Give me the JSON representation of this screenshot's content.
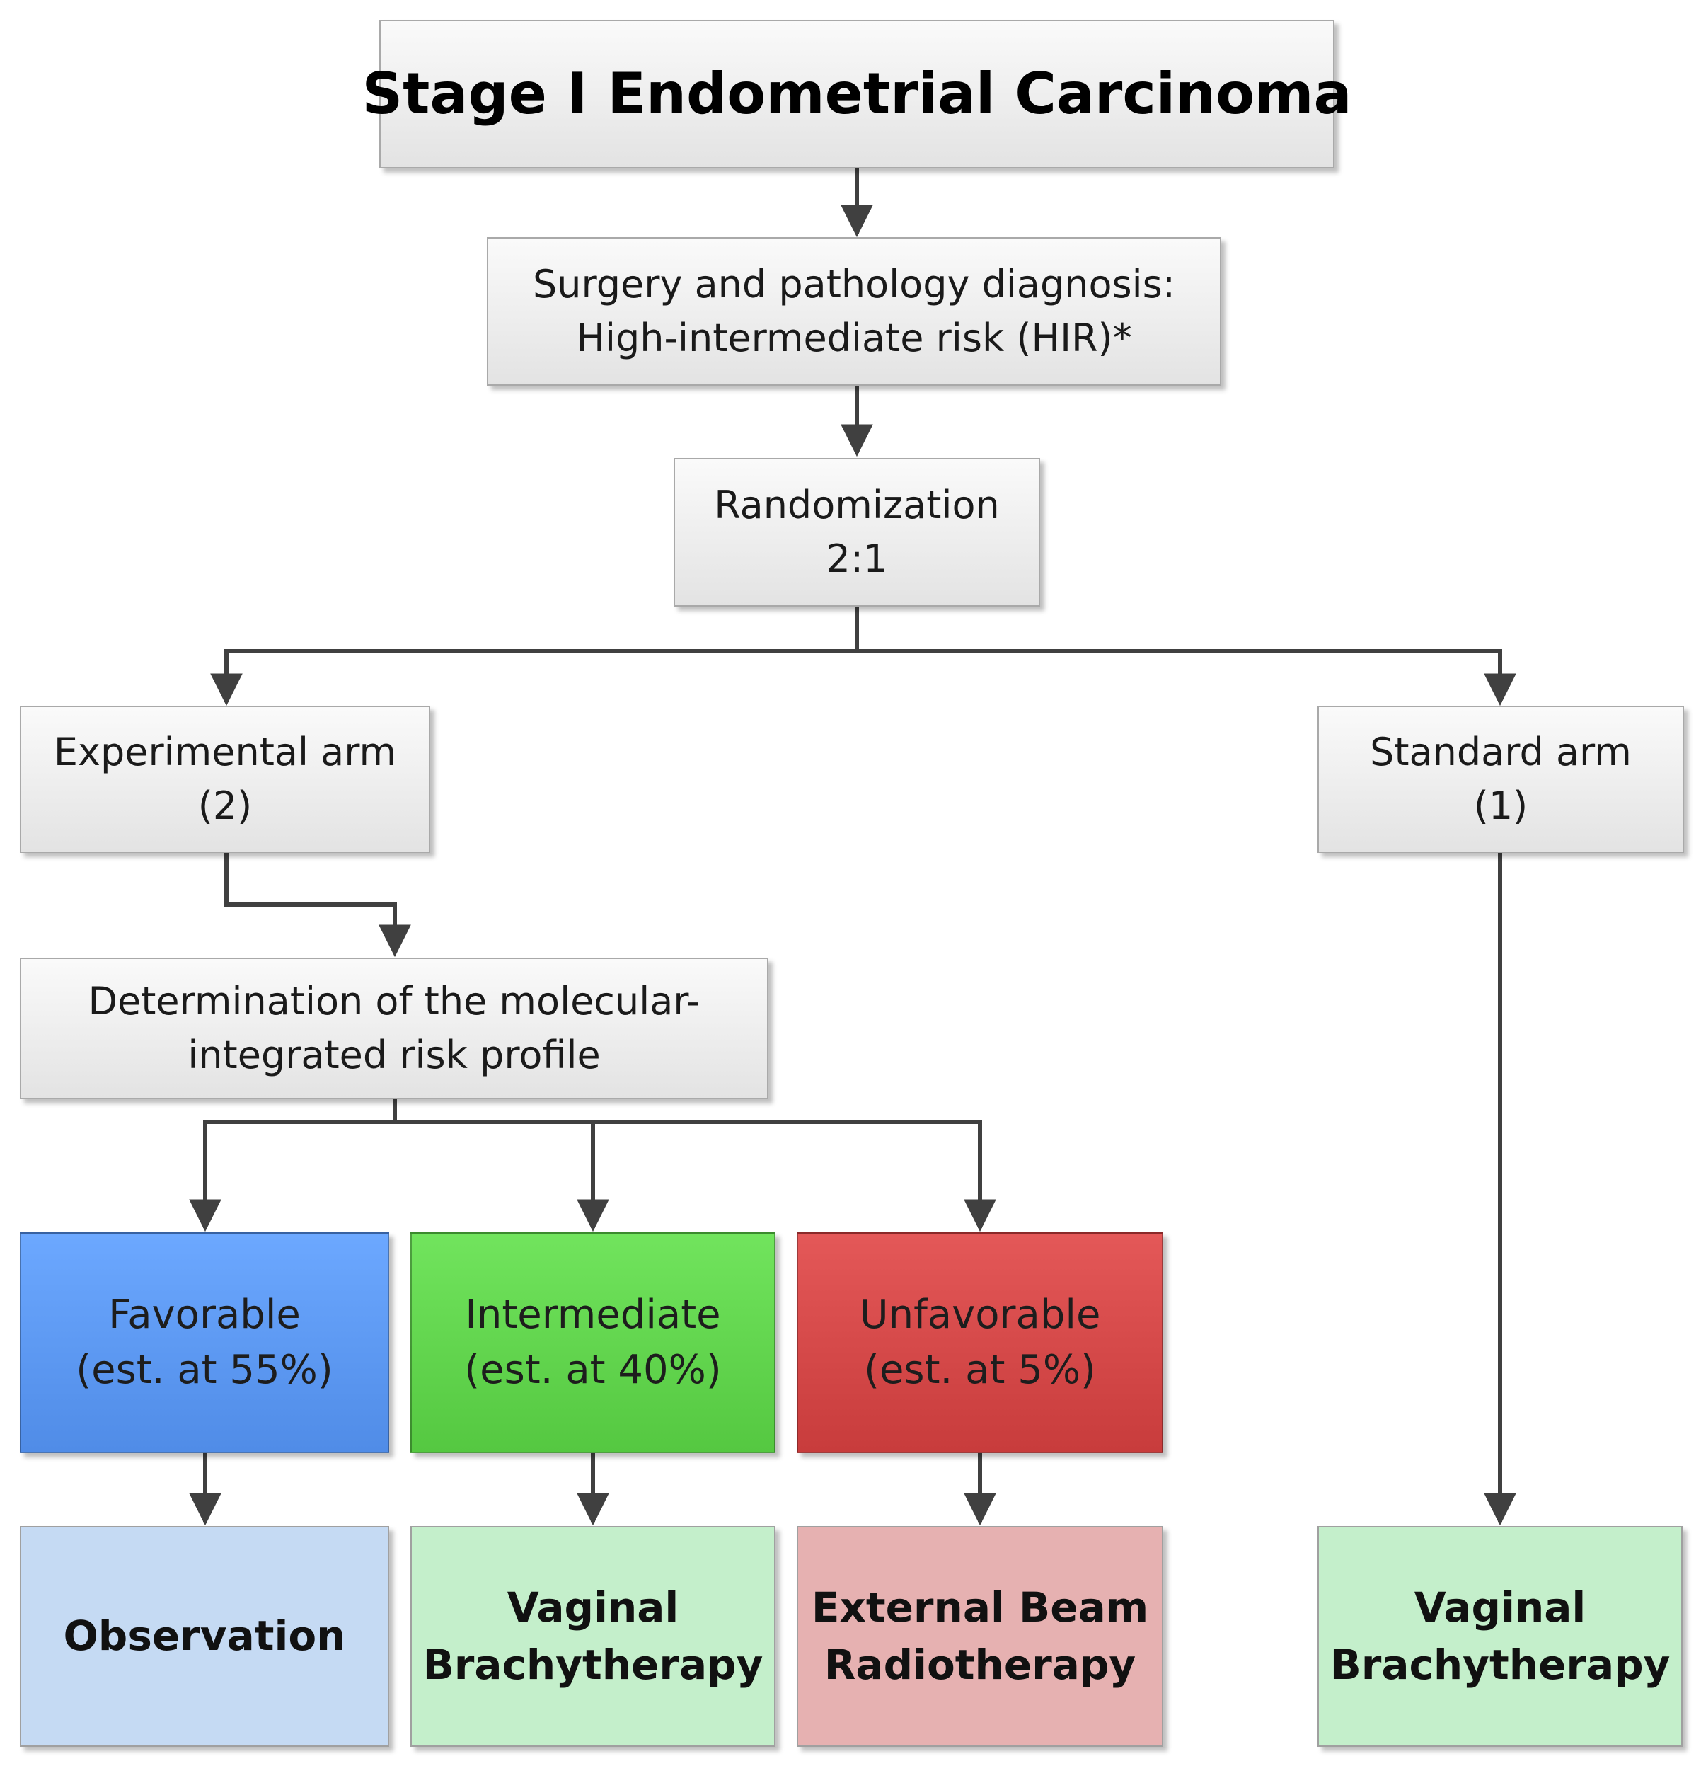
{
  "diagram": {
    "title": "Stage I Endometrial Carcinoma",
    "surgery": {
      "line1": "Surgery and pathology diagnosis:",
      "line2": "High-intermediate risk (HIR)*"
    },
    "randomization": {
      "line1": "Randomization",
      "line2": "2:1"
    },
    "experimental_arm": {
      "line1": "Experimental arm",
      "line2": "(2)"
    },
    "standard_arm": {
      "line1": "Standard arm",
      "line2": "(1)"
    },
    "molecular_profile": {
      "line1": "Determination of the molecular-",
      "line2": "integrated risk profile"
    },
    "favorable": {
      "line1": "Favorable",
      "line2": "(est. at 55%)",
      "color": "#5e9af5"
    },
    "intermediate": {
      "line1": "Intermediate",
      "line2": "(est. at 40%)",
      "color": "#63d64f"
    },
    "unfavorable": {
      "line1": "Unfavorable",
      "line2": "(est. at 5%)",
      "color": "#d64a4a"
    },
    "observation": {
      "line1": "Observation",
      "color": "#c5daf3"
    },
    "vaginal_brachy_exp": {
      "line1": "Vaginal",
      "line2": "Brachytherapy",
      "color": "#c4efcb"
    },
    "external_beam": {
      "line1": "External Beam",
      "line2": "Radiotherapy",
      "color": "#e6b1b1"
    },
    "vaginal_brachy_std": {
      "line1": "Vaginal",
      "line2": "Brachytherapy",
      "color": "#c4efcb"
    },
    "connector_color": "#404040"
  }
}
